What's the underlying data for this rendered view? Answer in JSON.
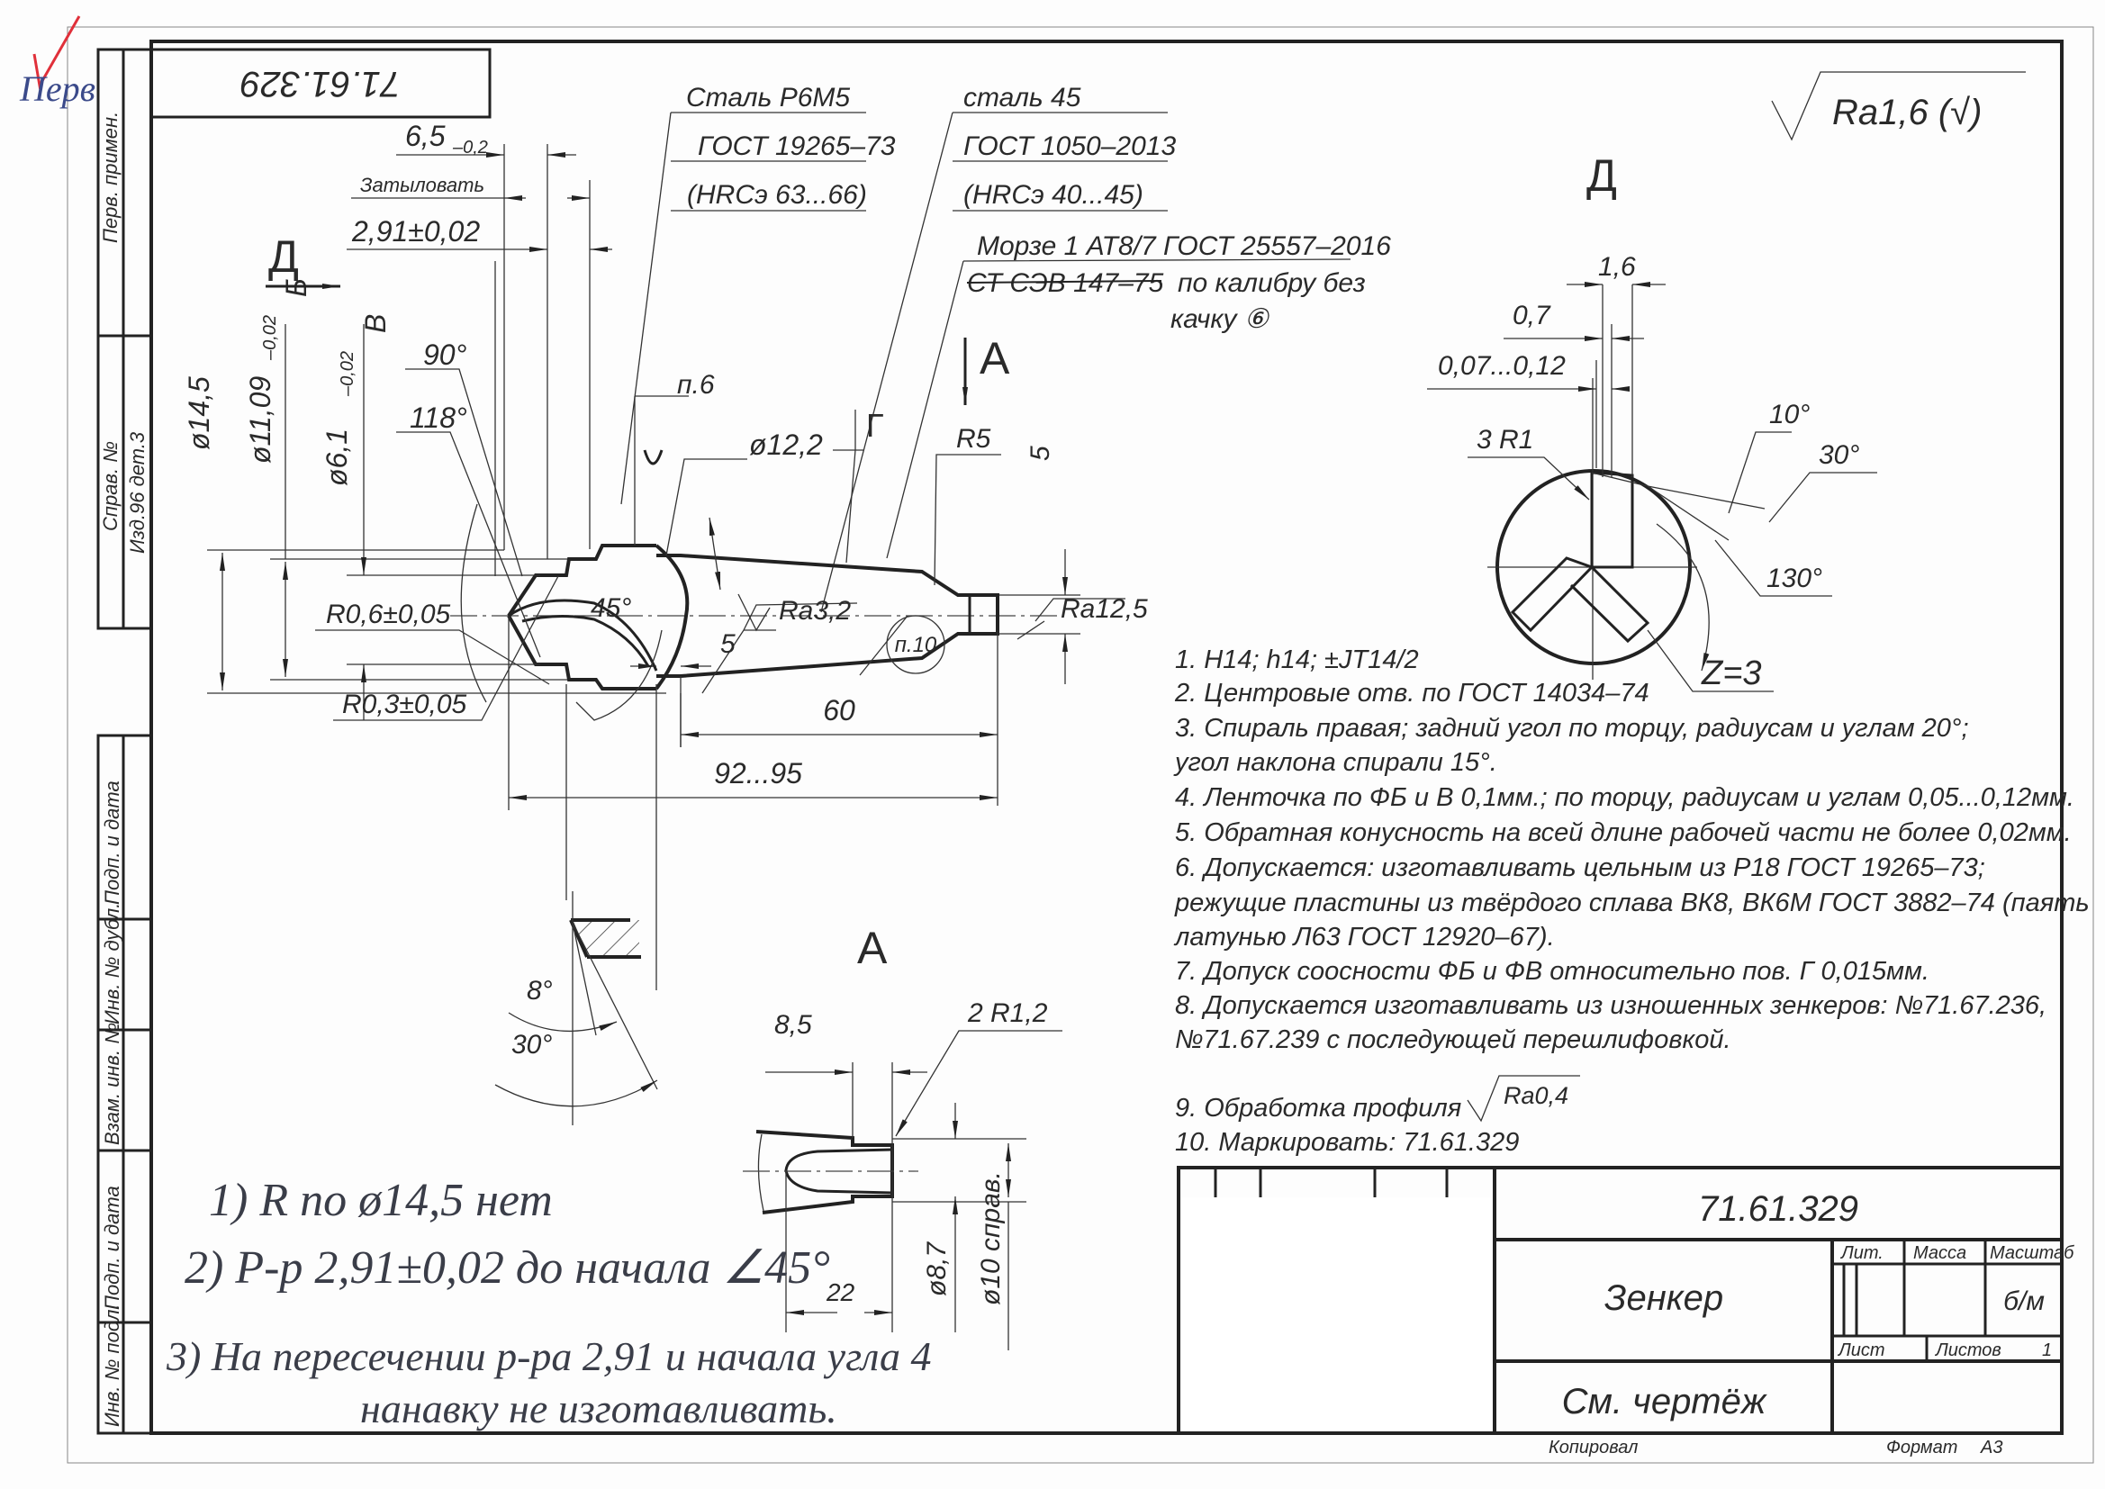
{
  "corner_mark": {
    "handwritten": "Перв",
    "check_color": "#e0303a",
    "ink_color": "#3b4a8a"
  },
  "stamp_left": {
    "perv_primen": "Перв. примен.",
    "sprav_no": "Справ. №",
    "sprav_value": "Изд.96 дет.3",
    "podp_data_1": "Подп. и дата",
    "inv_dubl": "Инв. № дубл.",
    "vzam_inv": "Взам. инв. №",
    "podp_data_2": "Подп. и дата",
    "inv_podl": "Инв. № подл."
  },
  "doc_number_rotated": "71.61.329",
  "roughness_general": "Ra1,6 (√)",
  "material_blade": [
    "Сталь Р6М5",
    "ГОСТ 19265–73",
    "(HRCэ 63...66)"
  ],
  "material_shank": [
    "сталь 45",
    "ГОСТ 1050–2013",
    "(HRCэ 40...45)"
  ],
  "taper": {
    "line1": "Морзе 1 АТ8/7 ГОСТ 25557–2016",
    "struck": "СТ СЭВ 147–75",
    "line2_rest": "по калибру без",
    "line3": "качку ⑥"
  },
  "main_view": {
    "dim_65": "6,5",
    "dim_65_tol": "–0,2",
    "zatylovat": "Затыловать",
    "dim_291": "2,91±0,02",
    "view_d_arrow": "Д",
    "d145": "ø14,5",
    "d1109": "ø11,09",
    "d1109_tol": "–0,02",
    "label_b": "Б",
    "d61": "ø6,1",
    "d61_tol": "–0,02",
    "label_v": "В",
    "angle_90": "90°",
    "angle_118": "118°",
    "note_p6": "п.6",
    "d122": "ø12,2",
    "label_g": "Г",
    "view_a_arrow": "А",
    "r5": "R5",
    "dim_5_right": "5",
    "r06": "R0,6±0,05",
    "angle_45": "45°",
    "ra32": "Ra3,2",
    "note_p10": "п.10",
    "ra125": "Ra12,5",
    "dim_5": "5",
    "r03": "R0,3±0,05",
    "dim_60": "60",
    "dim_9295": "92...95"
  },
  "view_d": {
    "title": "Д",
    "dim_16": "1,6",
    "dim_07": "0,7",
    "dim_007": "0,07...0,12",
    "r1": "3 R1",
    "angle_10": "10°",
    "angle_30": "30°",
    "angle_130": "130°",
    "z": "Z=3"
  },
  "section_angles": {
    "angle_8": "8°",
    "angle_30": "30°"
  },
  "view_a": {
    "title": "А",
    "dim_85": "8,5",
    "r12": "2 R1,2",
    "d87": "ø8,7",
    "d10": "ø10 справ.",
    "dim_22": "22"
  },
  "notes": [
    "1. H14; h14; ±JT14/2",
    "2. Центровые отв. по ГОСТ 14034–74",
    "3. Спираль правая; задний угол по торцу, радиусам и углам 20°;",
    "угол наклона спирали 15°.",
    "4. Ленточка по ФБ и В 0,1мм.; по торцу, радиусам и углам 0,05...0,12мм.",
    "5. Обратная конусность на всей длине рабочей части не более 0,02мм.",
    "6. Допускается: изготавливать цельным из Р18 ГОСТ 19265–73;",
    "режущие пластины из твёрдого сплава ВК8, ВК6М ГОСТ 3882–74 (паять",
    "латунью Л63 ГОСТ 12920–67).",
    "7. Допуск соосности ФБ и ФВ относительно пов. Г 0,015мм.",
    "8. Допускается изготавливать из изношенных зенкеров: №71.67.236,",
    "№71.67.239 с последующей перешлифовкой."
  ],
  "note_9": {
    "text": "9. Обработка профиля",
    "ra": "Ra0,4"
  },
  "note_10": "10. Маркировать: 71.61.329",
  "title_block": {
    "designation": "71.61.329",
    "name": "Зенкер",
    "material": "См. чертёж",
    "lit_label": "Лит.",
    "mass_label": "Масса",
    "scale_label": "Масштаб",
    "scale_value": "б/м",
    "sheet_label": "Лист",
    "sheets_label": "Листов",
    "sheets_value": "1",
    "copied": "Копировал",
    "format_label": "Формат",
    "format_value": "А3"
  },
  "handwritten_notes": [
    "1) R по ø14,5 нет",
    "2) Р-р 2,91±0,02 до начала ∠45°",
    "3) На пересечении р-ра  2,91 и начала угла 4",
    "нанавку не изготавливать."
  ]
}
